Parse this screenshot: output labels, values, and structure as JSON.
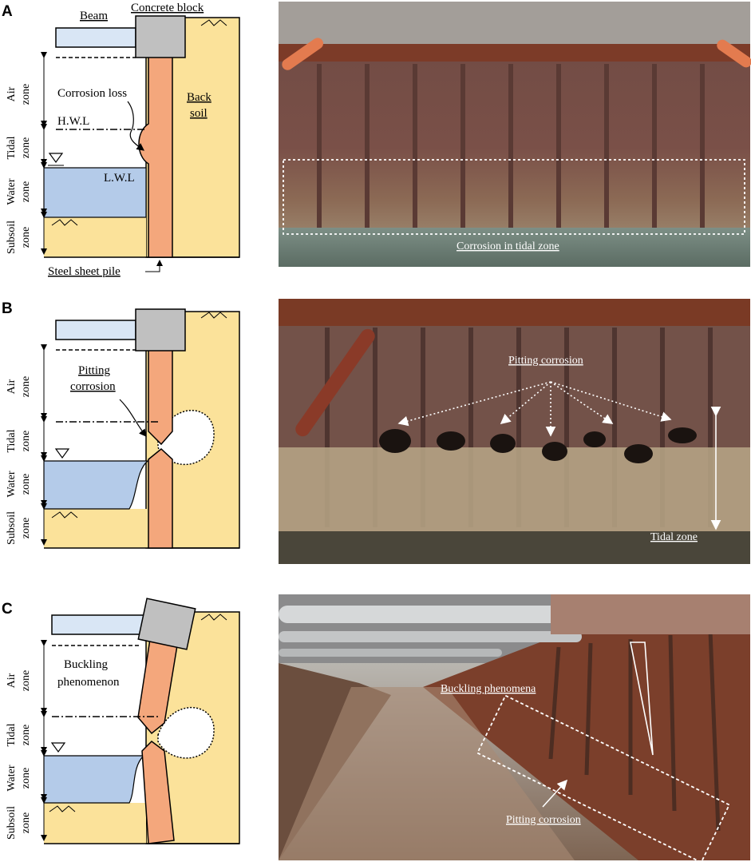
{
  "colors": {
    "beam": "#d9e6f5",
    "concrete": "#c0c0c0",
    "pile": "#f4a77c",
    "soil": "#fbe29a",
    "water": "#b4cbe9",
    "outline": "#000000"
  },
  "panels": [
    {
      "letter": "A",
      "labels": {
        "beam": "Beam",
        "concrete": "Concrete block",
        "corrosion": "Corrosion loss",
        "back_soil_1": "Back",
        "back_soil_2": "soil",
        "hwl": "H.W.L",
        "lwl": "L.W.L",
        "pile": "Steel sheet pile"
      },
      "zones": [
        {
          "line1": "Air",
          "line2": "zone"
        },
        {
          "line1": "Tidal",
          "line2": "zone"
        },
        {
          "line1": "Water",
          "line2": "zone"
        },
        {
          "line1": "Subsoil",
          "line2": "zone"
        }
      ],
      "photo_label": "Corrosion  in tidal zone"
    },
    {
      "letter": "B",
      "labels": {
        "pitting_1": "Pitting",
        "pitting_2": "corrosion"
      },
      "zones": [
        {
          "line1": "Air",
          "line2": "zone"
        },
        {
          "line1": "Tidal",
          "line2": "zone"
        },
        {
          "line1": "Water",
          "line2": "zone"
        },
        {
          "line1": "Subsoil",
          "line2": "zone"
        }
      ],
      "photo_labels": {
        "pitting": "Pitting corrosion",
        "tidal": "Tidal zone"
      }
    },
    {
      "letter": "C",
      "labels": {
        "buckling_1": "Buckling",
        "buckling_2": "phenomenon"
      },
      "zones": [
        {
          "line1": "Air",
          "line2": "zone"
        },
        {
          "line1": "Tidal",
          "line2": "zone"
        },
        {
          "line1": "Water",
          "line2": "zone"
        },
        {
          "line1": "Subsoil",
          "line2": "zone"
        }
      ],
      "photo_labels": {
        "buckling": "Buckling phenomena",
        "pitting": "Pitting corrosion"
      }
    }
  ]
}
